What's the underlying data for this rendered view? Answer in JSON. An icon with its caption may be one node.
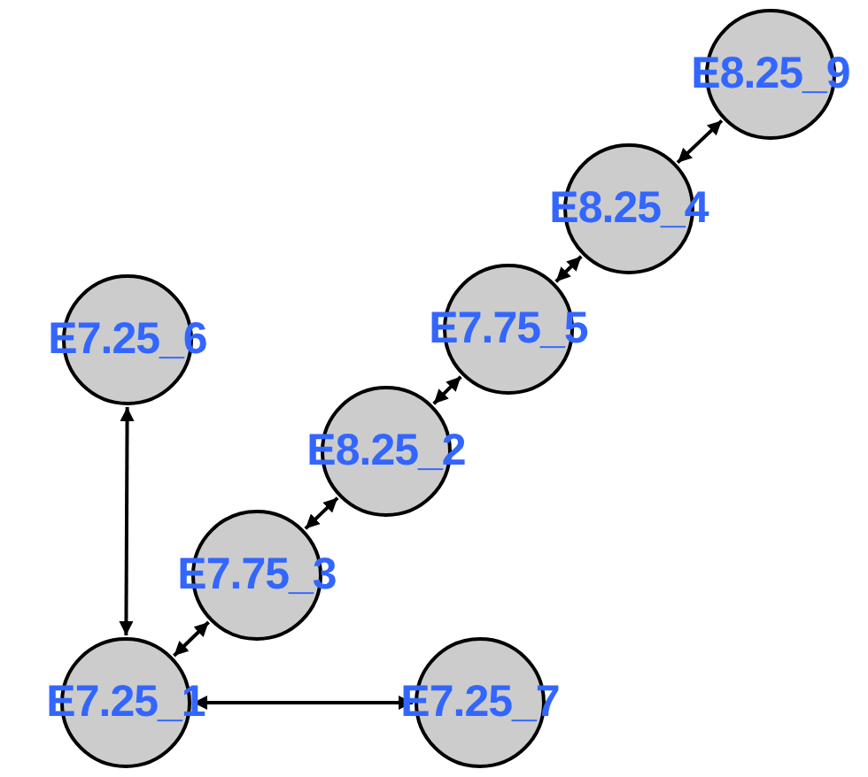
{
  "diagram": {
    "nodes": [
      {
        "text": [
          "E8.25_9"
        ]
      },
      {
        "text": [
          "E8.25_4"
        ]
      },
      {
        "text": [
          "E7.25_6"
        ]
      },
      {
        "text": [
          "E7.75_5"
        ]
      },
      {
        "text": [
          "E8.25_2"
        ]
      },
      {
        "text": [
          "E7.75_3"
        ]
      },
      {
        "text": [
          "E7.25_1"
        ]
      },
      {
        "text": [
          "E7.25_7"
        ]
      }
    ],
    "edges": [
      {
        "from": 0,
        "to": 1,
        "arrow": "both"
      },
      {
        "from": 1,
        "to": 3,
        "arrow": "both"
      },
      {
        "from": 3,
        "to": 4,
        "arrow": "both"
      },
      {
        "from": 4,
        "to": 5,
        "arrow": "both"
      },
      {
        "from": 5,
        "to": 6,
        "arrow": "both"
      },
      {
        "from": 2,
        "to": 6,
        "arrow": "both"
      },
      {
        "from": 7,
        "to": 6,
        "arrow": "both"
      }
    ]
  }
}
